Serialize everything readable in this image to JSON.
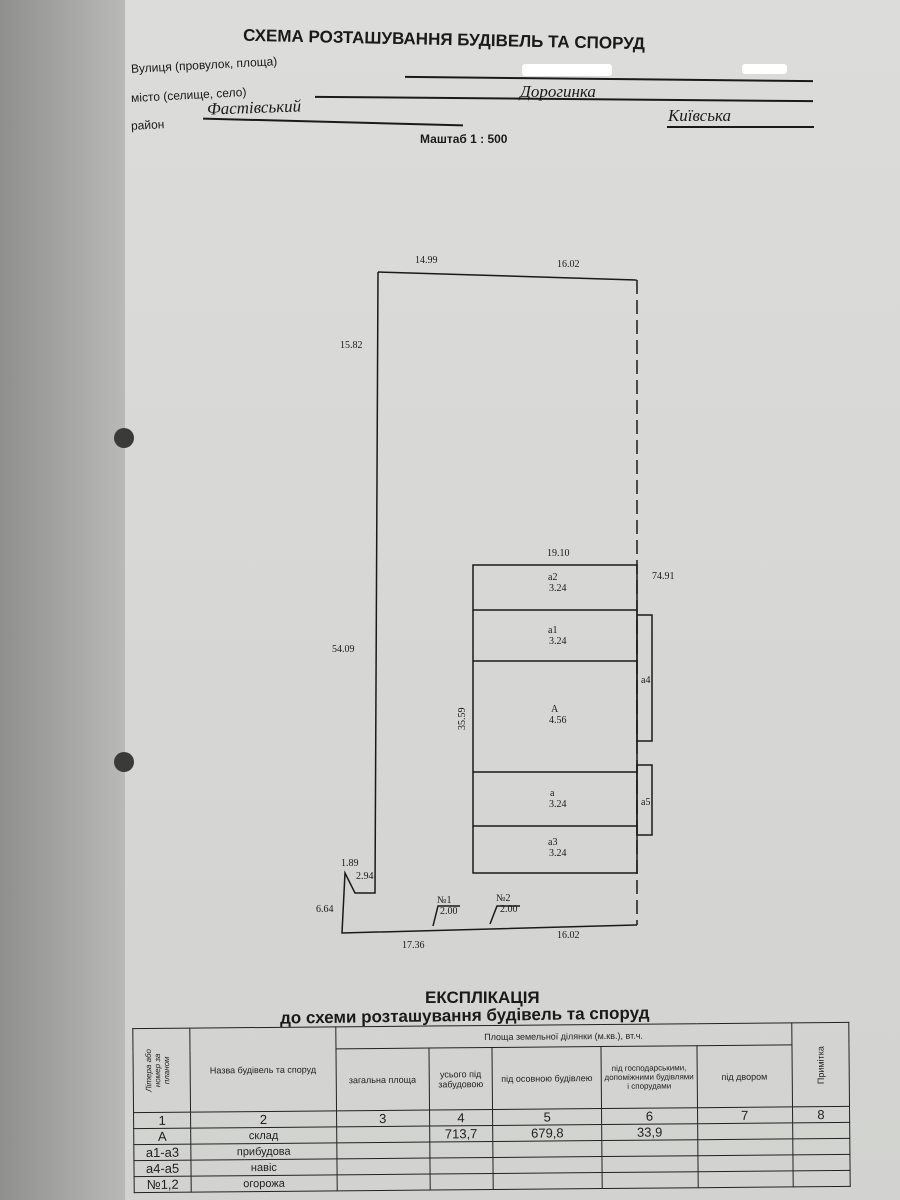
{
  "header": {
    "title": "СХЕМА РОЗТАШУВАННЯ БУДІВЕЛЬ ТА СПОРУД",
    "street_label": "Вулиця (провулок, площа)",
    "city_label": "місто (селище, село)",
    "city_value": "Дорогинка",
    "district_label": "район",
    "district_value": "Фастівський",
    "region_value": "Київська",
    "scale": "Маштаб 1 : 500"
  },
  "plan": {
    "dims": {
      "top_left": "14.99",
      "top_right": "16.02",
      "left_upper": "15.82",
      "left_lower": "54.09",
      "right": "74.91",
      "building_width": "19.10",
      "building_length": "35.59",
      "step1": "1.89",
      "step2": "2.94",
      "step3": "6.64",
      "bottom_left": "17.36",
      "bottom_right": "16.02"
    },
    "buildings": [
      {
        "id": "a2",
        "h": "3.24"
      },
      {
        "id": "a1",
        "h": "3.24"
      },
      {
        "id": "A",
        "h": "4.56"
      },
      {
        "id": "a",
        "h": "3.24"
      },
      {
        "id": "a3",
        "h": "3.24"
      }
    ],
    "annexes": [
      "а4",
      "а5"
    ],
    "fences": [
      {
        "id": "№1",
        "h": "2.00"
      },
      {
        "id": "№2",
        "h": "2.00"
      }
    ]
  },
  "explication": {
    "title": "ЕКСПЛІКАЦІЯ",
    "subtitle": "до схеми розташування будівель та споруд",
    "headers": {
      "letter": "Літера або номер за планом",
      "name": "Назва будівель та споруд",
      "area_group": "Площа земельної ділянки (м.кв.), вт.ч.",
      "total": "загальна площа",
      "built": "усього під забудовою",
      "main": "під осовною будівлею",
      "aux": "під господарськими, допоміжними будівлями і спорудами",
      "yard": "під двором",
      "note": "Примітка"
    },
    "col_numbers": [
      "1",
      "2",
      "3",
      "4",
      "5",
      "6",
      "7",
      "8"
    ],
    "values": {
      "built": "713,7",
      "main": "679,8",
      "aux": "33,9"
    },
    "rows": [
      {
        "letter": "А",
        "name": "склад"
      },
      {
        "letter": "а1-а3",
        "name": "прибудова"
      },
      {
        "letter": "а4-а5",
        "name": "навіс"
      },
      {
        "letter": "№1,2",
        "name": "огорожа"
      }
    ]
  }
}
